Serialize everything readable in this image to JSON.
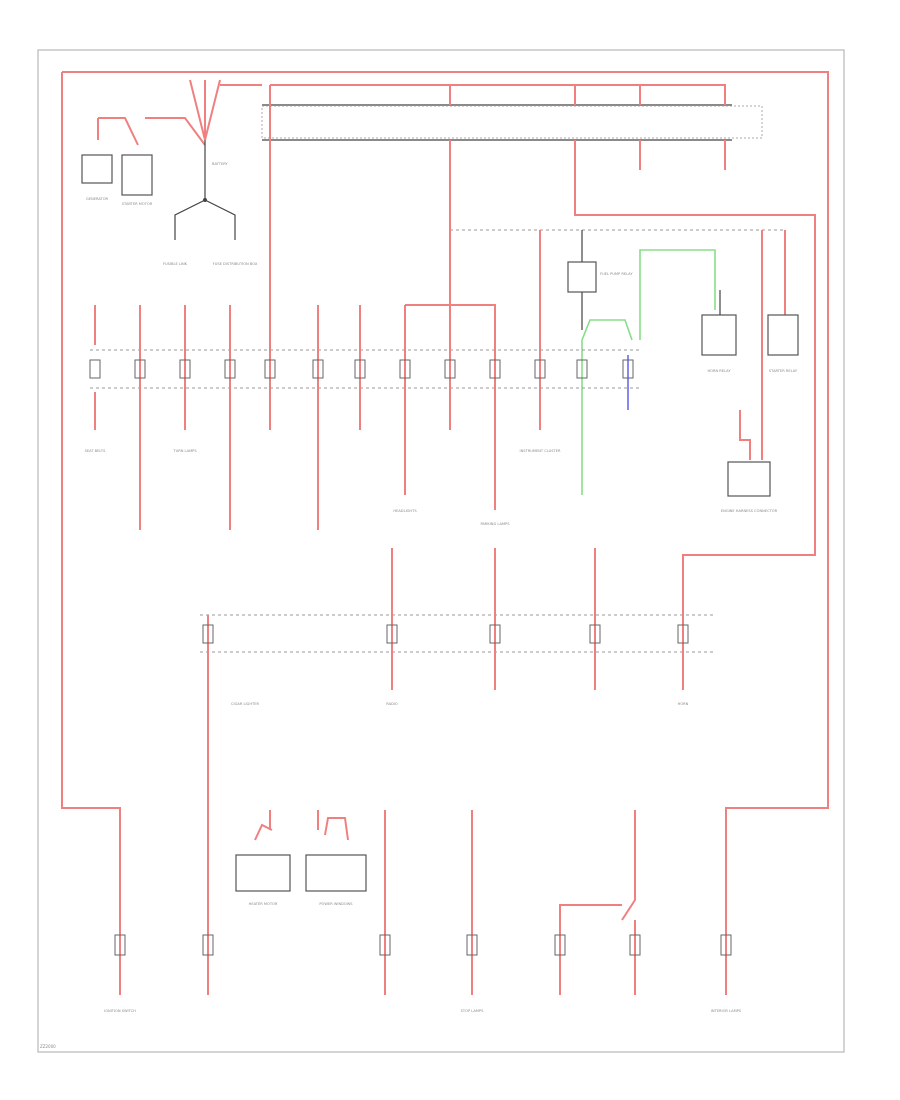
{
  "diagram": {
    "page_code": "ZZ2000",
    "components": {
      "generator": "GENERATOR",
      "starter_motor": "STARTER MOTOR",
      "battery": "BATTERY",
      "fuse_dist": "FUSE DISTRIBUTION BOX",
      "fusible_link": "FUSIBLE LINK",
      "ignition_switch": "IGNITION SWITCH",
      "fuel_pump_relay": "FUEL PUMP RELAY",
      "horn_relay": "HORN RELAY",
      "starter_relay": "STARTER RELAY",
      "engine_harness": "ENGINE HARNESS CONNECTOR",
      "seat_belts": "SEAT BELTS",
      "turn_lamps": "TURN LAMPS",
      "headlights": "HEADLIGHTS",
      "parking_lamps": "PARKING LAMPS",
      "instrument_cluster": "INSTRUMENT CLUSTER",
      "cigar_lighter": "CIGAR LIGHTER",
      "radio": "RADIO",
      "horn": "HORN",
      "stop_lamps": "STOP LAMPS",
      "heater_motor": "HEATER MOTOR",
      "power_windows": "POWER WINDOWS",
      "interior_lamps": "INTERIOR LAMPS"
    }
  }
}
